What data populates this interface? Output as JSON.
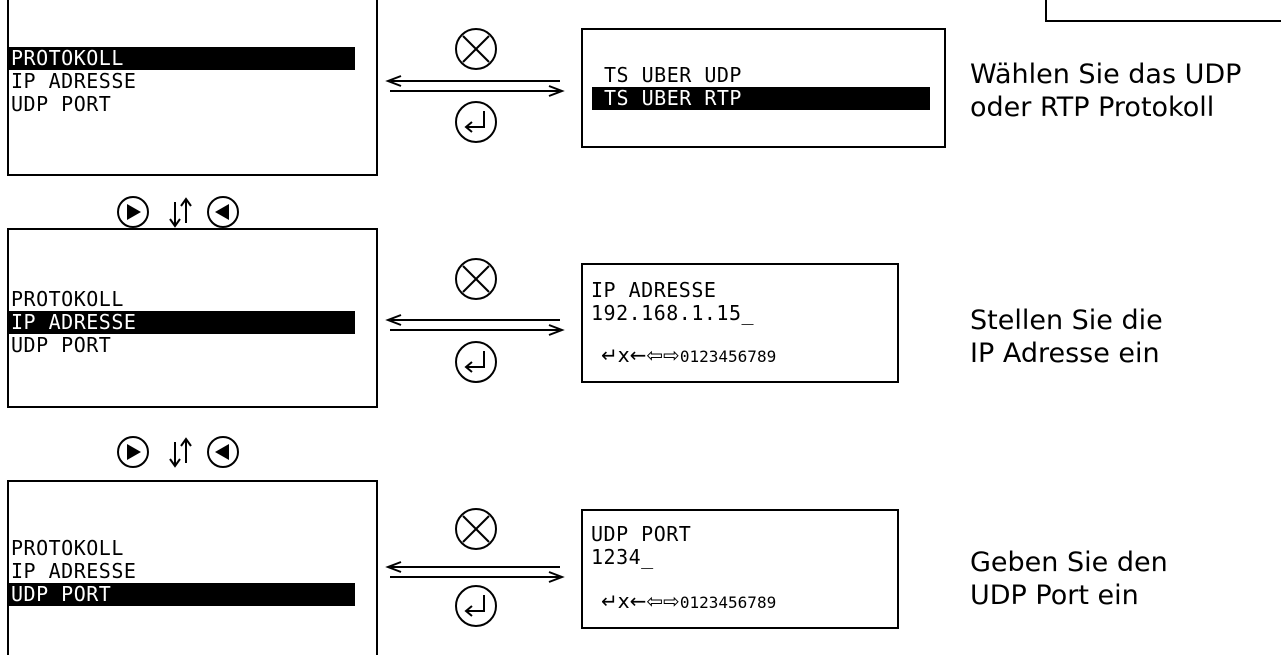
{
  "menu_items": [
    "PROTOKOLL",
    "IP ADRESSE",
    "UDP PORT"
  ],
  "rows": [
    {
      "selected_index": 0,
      "detail_lines": [
        "TS UBER UDP",
        "TS UBER RTP"
      ],
      "detail_selected_index": 1,
      "description": [
        "Wählen Sie das UDP",
        "oder RTP Protokoll"
      ]
    },
    {
      "selected_index": 1,
      "detail_lines": [
        "IP ADRESSE",
        "192.168.1.15_"
      ],
      "hint_symbols": "↵x←⇦⇨",
      "hint_digits": "0123456789",
      "description": [
        "Stellen Sie die",
        "IP Adresse ein"
      ]
    },
    {
      "selected_index": 2,
      "detail_lines": [
        "UDP PORT",
        "1234_"
      ],
      "hint_symbols": "↵x←⇦⇨",
      "hint_digits": "0123456789",
      "description": [
        "Geben Sie den",
        "UDP Port ein"
      ]
    }
  ],
  "nav_buttons": [
    "play-right-icon",
    "up-down-arrows-icon",
    "play-left-icon"
  ],
  "action_icons": [
    "cancel-x-icon",
    "enter-icon"
  ]
}
